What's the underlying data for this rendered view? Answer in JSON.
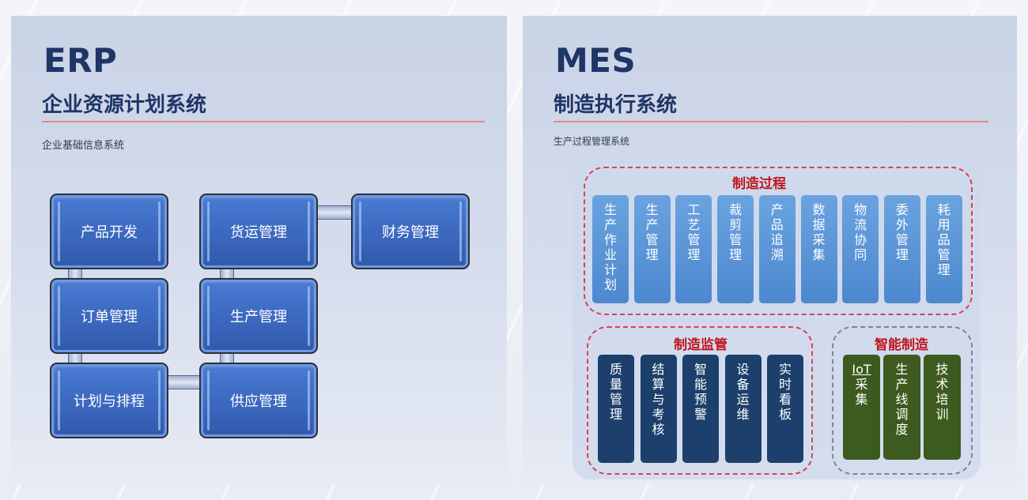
{
  "erp": {
    "title": "ERP",
    "subtitle": "企业资源计划系统",
    "caption": "企业基础信息系统",
    "modules": [
      "产品开发",
      "货运管理",
      "财务管理",
      "订单管理",
      "生产管理",
      "计划与排程",
      "供应管理"
    ]
  },
  "mes": {
    "title": "MES",
    "subtitle": "制造执行系统",
    "caption": "生产过程管理系统",
    "process": {
      "label": "制造过程",
      "items": [
        [
          "生",
          "产",
          "作",
          "业",
          "计",
          "划"
        ],
        [
          "生",
          "产",
          "管",
          "理"
        ],
        [
          "工",
          "艺",
          "管",
          "理"
        ],
        [
          "裁",
          "剪",
          "管",
          "理"
        ],
        [
          "产",
          "品",
          "追",
          "溯"
        ],
        [
          "数",
          "据",
          "采",
          "集"
        ],
        [
          "物",
          "流",
          "协",
          "同"
        ],
        [
          "委",
          "外",
          "管",
          "理"
        ],
        [
          "耗",
          "用",
          "品",
          "管",
          "理"
        ]
      ]
    },
    "supervision": {
      "label": "制造监管",
      "items": [
        [
          "质",
          "量",
          "管",
          "理"
        ],
        [
          "结",
          "算",
          "与",
          "考",
          "核"
        ],
        [
          "智",
          "能",
          "预",
          "警"
        ],
        [
          "设",
          "备",
          "运",
          "维"
        ],
        [
          "实",
          "时",
          "看",
          "板"
        ]
      ]
    },
    "smart": {
      "label": "智能制造",
      "items": [
        [
          "IoT",
          "采",
          "集"
        ],
        [
          "生",
          "产",
          "线",
          "调",
          "度"
        ],
        [
          "技",
          "术",
          "培",
          "训"
        ]
      ]
    }
  },
  "colors": {
    "title": "#1f3566",
    "rule": "#e28b7a",
    "erp_block": "#3a66bd",
    "process_col": "#5a93d6",
    "supervision_col": "#1c3f6b",
    "smart_col": "#3d5a1f",
    "group_label": "#c0141c"
  }
}
